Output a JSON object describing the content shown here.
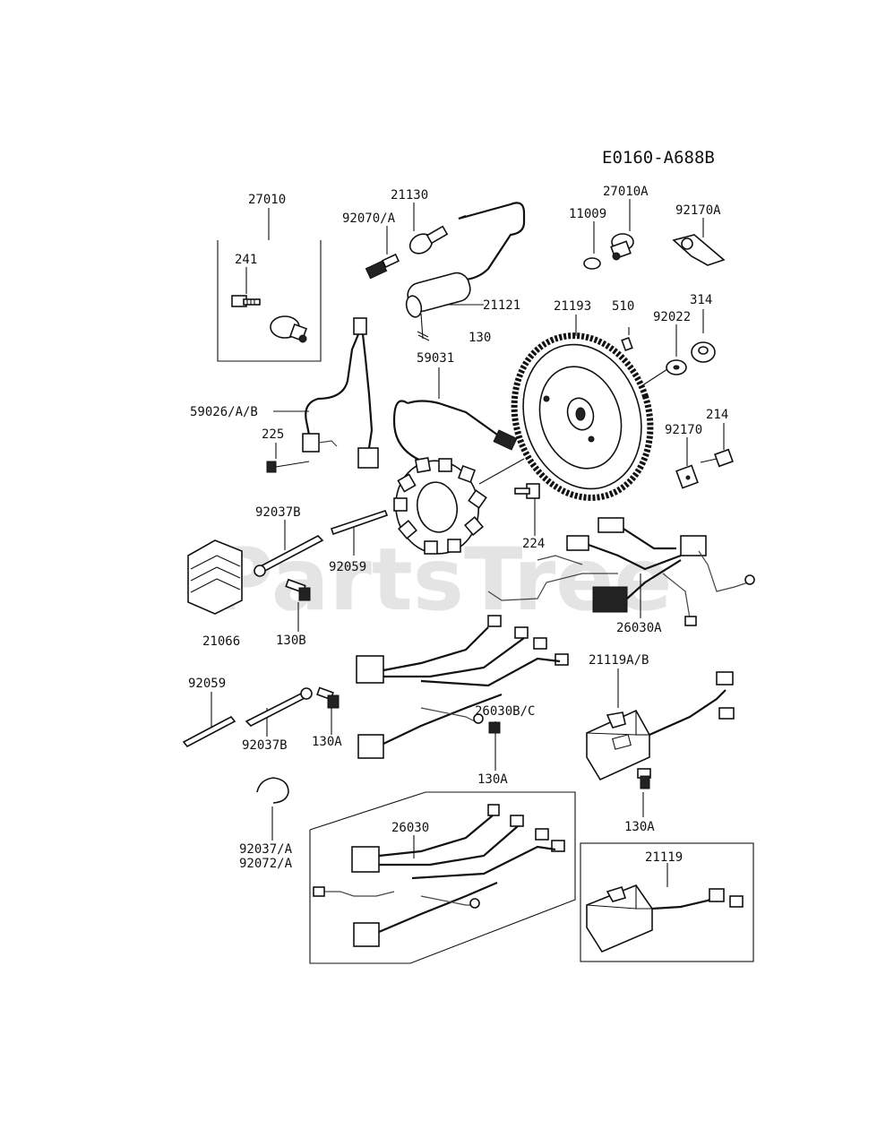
{
  "diagram": {
    "code": "E0160-A688B",
    "watermark": "PartsTree",
    "labels": {
      "l27010": "27010",
      "l241": "241",
      "l21130": "21130",
      "l92070A": "92070/A",
      "l27010A": "27010A",
      "l11009": "11009",
      "l92170A": "92170A",
      "l21121": "21121",
      "l21193": "21193",
      "l510": "510",
      "l314": "314",
      "l92022": "92022",
      "l130": "130",
      "l59031": "59031",
      "l59026AB": "59026/A/B",
      "l225": "225",
      "l214": "214",
      "l92170": "92170",
      "l92037B_top": "92037B",
      "l92059_top": "92059",
      "l224": "224",
      "l21066": "21066",
      "l130B": "130B",
      "l26030A": "26030A",
      "l21119AB": "21119A/B",
      "l92059_low": "92059",
      "l26030BC": "26030B/C",
      "l92037B_low": "92037B",
      "l130A_left": "130A",
      "l130A_mid": "130A",
      "l130A_right": "130A",
      "l92037A": "92037/A",
      "l92072A": "92072/A",
      "l26030": "26030",
      "l21119": "21119"
    }
  }
}
